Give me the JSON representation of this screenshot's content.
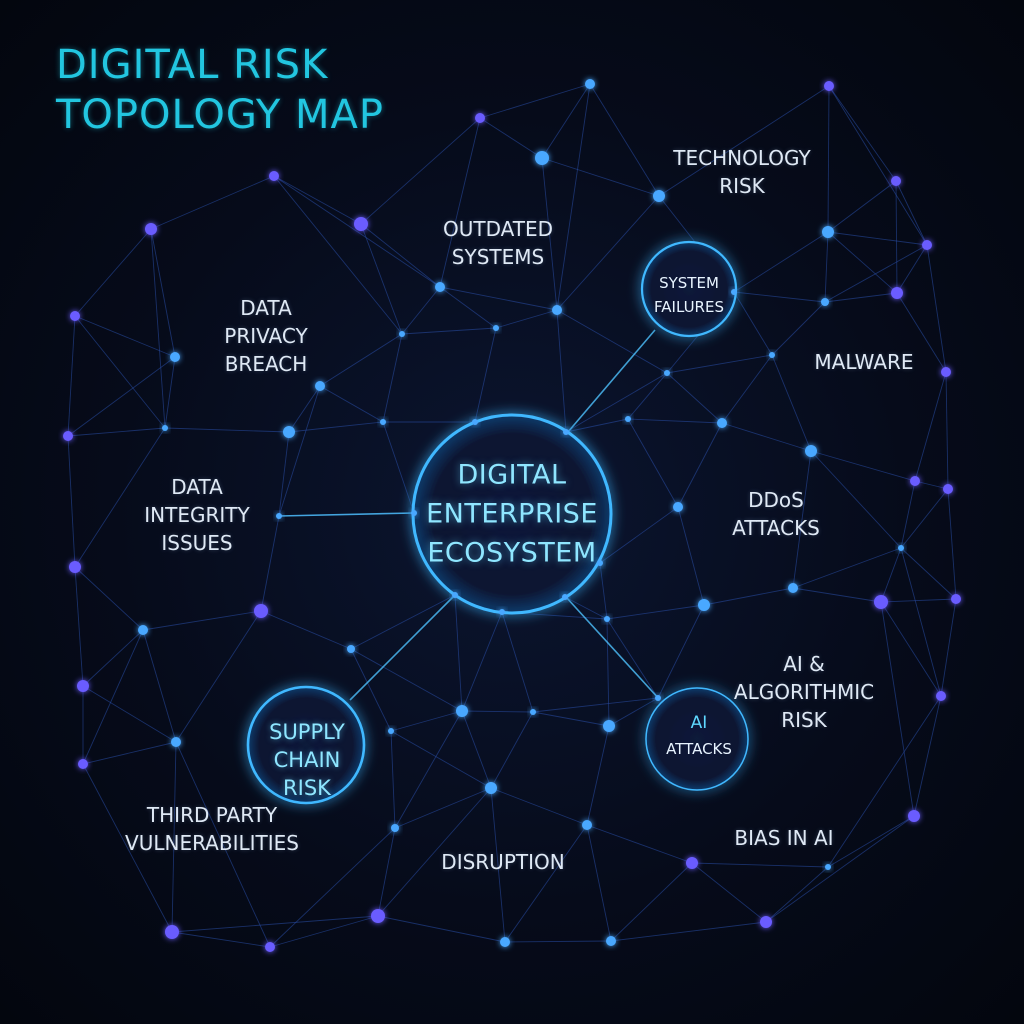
{
  "title": {
    "line1": "DIGITAL RISK",
    "line2": "TOPOLOGY MAP"
  },
  "hubs": {
    "center": {
      "line1": "DIGITAL",
      "line2": "ENTERPRISE",
      "line3": "ECOSYSTEM"
    },
    "system_failures": {
      "line1": "SYSTEM",
      "line2": "FAILURES"
    },
    "supply_chain": {
      "line1": "SUPPLY",
      "line2": "CHAIN",
      "line3": "RISK"
    },
    "ai_attacks": {
      "line1": "AI",
      "line2": "ATTACKS"
    }
  },
  "labels": {
    "technology_risk": {
      "line1": "TECHNOLOGY",
      "line2": "RISK"
    },
    "outdated_systems": {
      "line1": "OUTDATED",
      "line2": "SYSTEMS"
    },
    "data_privacy": {
      "line1": "DATA",
      "line2": "PRIVACY",
      "line3": "BREACH"
    },
    "malware": {
      "line1": "MALWARE"
    },
    "data_integrity": {
      "line1": "DATA",
      "line2": "INTEGRITY",
      "line3": "ISSUES"
    },
    "ddos": {
      "line1": "DDoS",
      "line2": "ATTACKS"
    },
    "ai_algorithmic": {
      "line1": "AI &",
      "line2": "ALGORITHMIC",
      "line3": "RISK"
    },
    "third_party": {
      "line1": "THIRD PARTY",
      "line2": "VULNERABILITIES"
    },
    "disruption": {
      "line1": "DISRUPTION"
    },
    "bias_in_ai": {
      "line1": "BIAS IN AI"
    }
  },
  "colors": {
    "background": "#050912",
    "title": "#22c6e0",
    "hub_ring": "#3fb8ff",
    "node_blue": "#4aa8ff",
    "node_violet": "#6a5cff",
    "edge": "#2a4fa8",
    "label_text": "#dfe9f5"
  }
}
